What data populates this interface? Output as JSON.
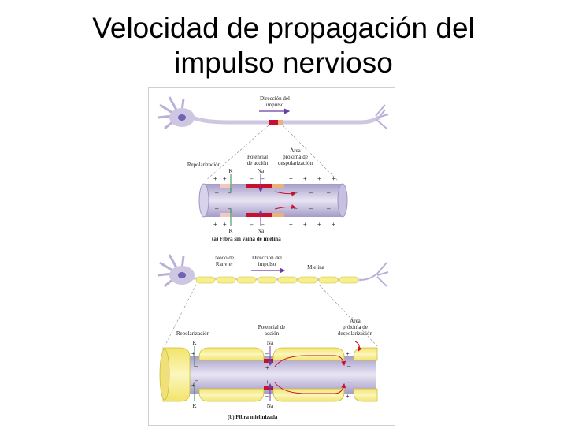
{
  "slide": {
    "title_line1": "Velocidad de propagación del",
    "title_line2": "impulso nervioso"
  },
  "figure": {
    "panel_a": {
      "direction_label_1": "Dirección del",
      "direction_label_2": "impulso",
      "repolarization_label": "Repolarización",
      "action_potential_label_1": "Potencial",
      "action_potential_label_2": "de acción",
      "depolarization_label_1": "Área",
      "depolarization_label_2": "próxima de",
      "depolarization_label_3": "despolarización",
      "ion_k_top": "K",
      "ion_na_top": "Na",
      "ion_k_bottom": "K",
      "ion_na_bottom": "Na",
      "caption": "(a) Fibra sin vaina de mielina"
    },
    "panel_b": {
      "node_label_1": "Nodo de",
      "node_label_2": "Ranvier",
      "direction_label_1": "Dirección del",
      "direction_label_2": "impulso",
      "myelin_label": "Mielina",
      "repolarization_label": "Repolarización",
      "action_potential_label_1": "Potencial de",
      "action_potential_label_2": "acción",
      "depolarization_label_1": "Área",
      "depolarization_label_2": "próxima de",
      "depolarization_label_3": "despolarización",
      "ion_k_top": "K",
      "ion_na_top": "Na",
      "ion_k_bottom": "K",
      "ion_na_bottom": "Na",
      "caption": "(b) Fibra mielinizada"
    },
    "colors": {
      "neuron": "#cfc6e2",
      "membrane": "#b9b3d6",
      "action_potential": "#c8102e",
      "depolarization": "#e8b27a",
      "myelin": "#f7ef8a",
      "arrow": "#6b3fa0"
    }
  }
}
